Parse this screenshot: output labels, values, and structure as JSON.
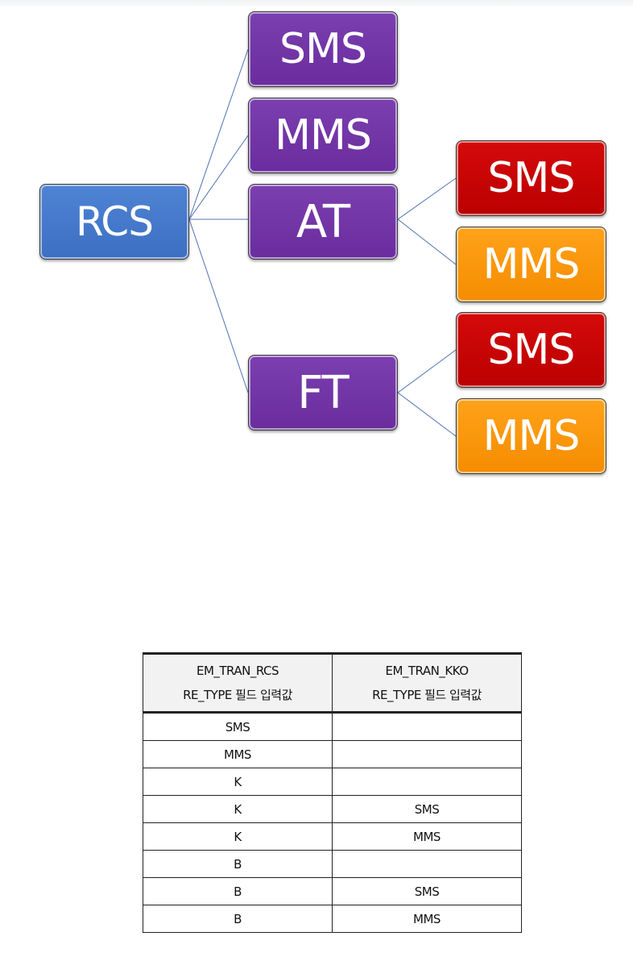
{
  "diagram": {
    "root": {
      "label": "RCS",
      "color": "#4472c4"
    },
    "branches": [
      {
        "id": "sms1",
        "label": "SMS",
        "color": "#7030a0",
        "children": []
      },
      {
        "id": "mms1",
        "label": "MMS",
        "color": "#7030a0",
        "children": []
      },
      {
        "id": "at",
        "label": "AT",
        "color": "#7030a0",
        "children": [
          {
            "id": "at-sms",
            "label": "SMS",
            "color": "#c00000"
          },
          {
            "id": "at-mms",
            "label": "MMS",
            "color": "#ff9900"
          }
        ]
      },
      {
        "id": "ft",
        "label": "FT",
        "color": "#7030a0",
        "children": [
          {
            "id": "ft-sms",
            "label": "SMS",
            "color": "#c00000"
          },
          {
            "id": "ft-mms",
            "label": "MMS",
            "color": "#ff9900"
          }
        ]
      }
    ],
    "connector_color": "#4f74b5"
  },
  "table": {
    "headers": [
      {
        "line1": "EM_TRAN_RCS",
        "line2": "RE_TYPE 필드 입력값"
      },
      {
        "line1": "EM_TRAN_KKO",
        "line2": "RE_TYPE 필드 입력값"
      }
    ],
    "rows": [
      [
        "SMS",
        ""
      ],
      [
        "MMS",
        ""
      ],
      [
        "K",
        ""
      ],
      [
        "K",
        "SMS"
      ],
      [
        "K",
        "MMS"
      ],
      [
        "B",
        ""
      ],
      [
        "B",
        "SMS"
      ],
      [
        "B",
        "MMS"
      ]
    ]
  }
}
